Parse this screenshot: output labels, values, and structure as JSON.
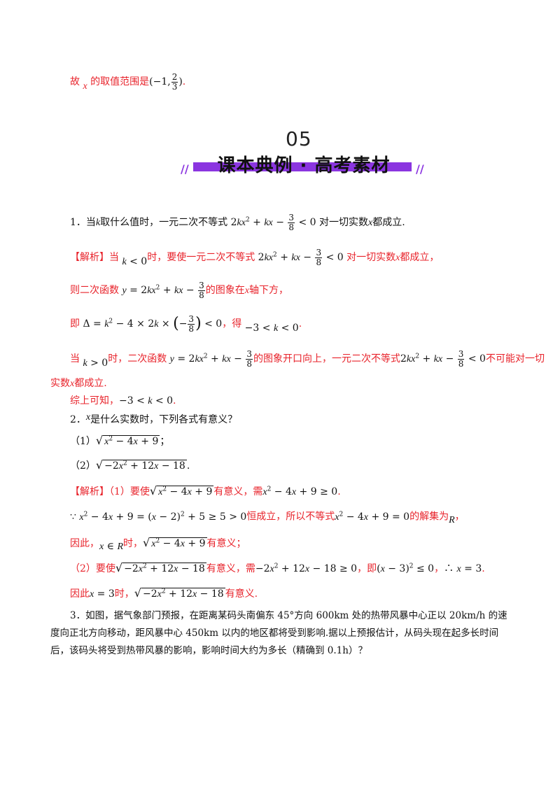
{
  "top": {
    "prefix": "故",
    "var": "x",
    "text": "的取值范围是",
    "range_open": "(−1,",
    "frac_num": "2",
    "frac_den": "3",
    "range_close": ")",
    "end": "."
  },
  "banner": {
    "number": "05",
    "title": "课本典例 · 高考素材"
  },
  "q1": {
    "label": "1．当",
    "t1": "取什么值时，一元二次不等式",
    "t2": "对一切实数",
    "t3": "都成立.",
    "sol_tag": "【解析】",
    "sol_when": "当",
    "sol_t1": "时，要使一元二次不等式",
    "sol_t2": "对一切实数",
    "sol_t3": "都成立，",
    "line2_a": "则二次函数",
    "line2_b": "的图象在",
    "line2_c": "轴下方，",
    "line3_a": "即",
    "line3_b": "，得",
    "line4_a": "当",
    "line4_b": "时，二次函数",
    "line4_c": "的图象开口向上，一元二次不等式",
    "line4_d": "不可能对一切",
    "line5": "实数",
    "line5_b": "都成立.",
    "concl": "综上可知，"
  },
  "q2": {
    "label": "2．",
    "t1": "是什么实数时，下列各式有意义？",
    "p1": "（1）",
    "p2": "（2）",
    "sol_tag": "【解析】",
    "s1": "（1）要使",
    "s1b": "有意义，需",
    "s2b": "恒成立，所以不等式",
    "s2c": "的解集为",
    "s3a": "因此，",
    "s3b": "时，",
    "s3c": "有意义；",
    "s4a": "（2）要使",
    "s4b": "有意义，需",
    "s4c": "，即",
    "s5a": "因此",
    "s5b": "时，",
    "s5c": "有意义."
  },
  "q3": {
    "line1": "3．如图，据气象部门预报，在距离某码头南偏东 45°方向 600km 处的热带风暴中心正以 20km/h 的速",
    "line2": "度向正北方向移动，距风暴中心 450km 以内的地区都将受到影响.据以上预报估计，从码头现在起多长时间",
    "line3": "后，该码头将受到热带风暴的影响，影响时间大约为多长（精确到 0.1h）？"
  },
  "colors": {
    "answer": "#e8232b",
    "banner_bar": "#8b35e0"
  }
}
